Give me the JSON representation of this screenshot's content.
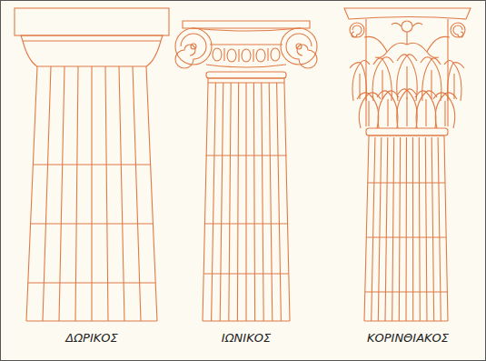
{
  "diagram": {
    "labels": [
      "ΔΩΡΙΚΟΣ",
      "ΙΩΝΙΚΟΣ",
      "ΚΟΡΙΝΘΙΑΚΟΣ"
    ]
  }
}
